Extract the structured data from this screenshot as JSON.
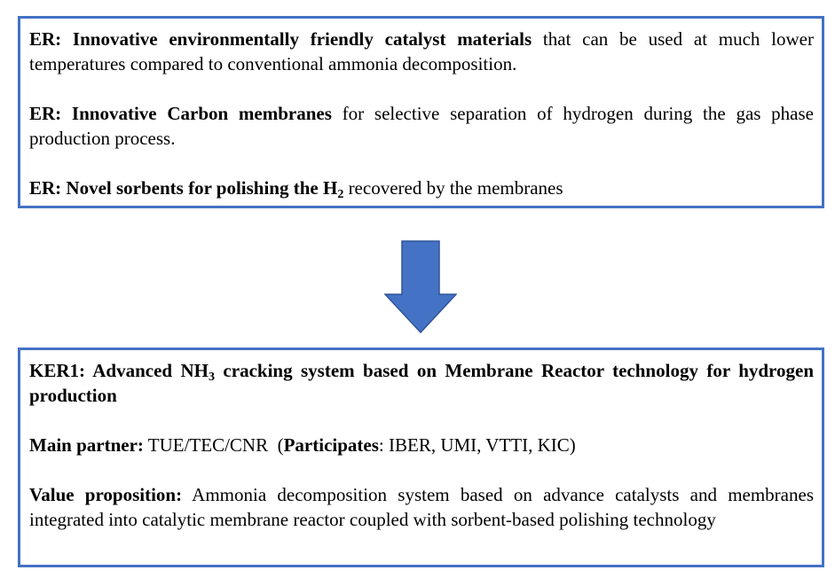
{
  "top": {
    "er1": {
      "bold": "ER: Innovative environmentally friendly catalyst materials",
      "rest": " that can be used at much lower temperatures compared to conventional ammonia decomposition."
    },
    "er2": {
      "bold": "ER: Innovative Carbon membranes",
      "rest": " for selective separation of hydrogen during the gas phase production process."
    },
    "er3": {
      "bold_pre": "ER: Novel sorbents for polishing the H",
      "bold_sub": "2",
      "rest": " recovered by the membranes"
    }
  },
  "arrow": {
    "color": "#4472c4",
    "icon": "down-arrow-icon"
  },
  "bottom": {
    "ker": {
      "pre": "KER1: Advanced NH",
      "sub": "3",
      "post": " cracking system based on Membrane Reactor technology for hydrogen production"
    },
    "partner": {
      "label": "Main partner:",
      "value": " TUE/TEC/CNR  (",
      "part_label": "Participates",
      "part_value": ": IBER, UMI, VTTI, KIC)"
    },
    "value_prop": {
      "label": "Value proposition:",
      "text": " Ammonia decomposition system based on advance catalysts and membranes integrated into catalytic membrane reactor coupled with sorbent-based polishing technology"
    }
  },
  "colors": {
    "border": "#4472c4",
    "text": "#000000",
    "background": "#ffffff"
  }
}
